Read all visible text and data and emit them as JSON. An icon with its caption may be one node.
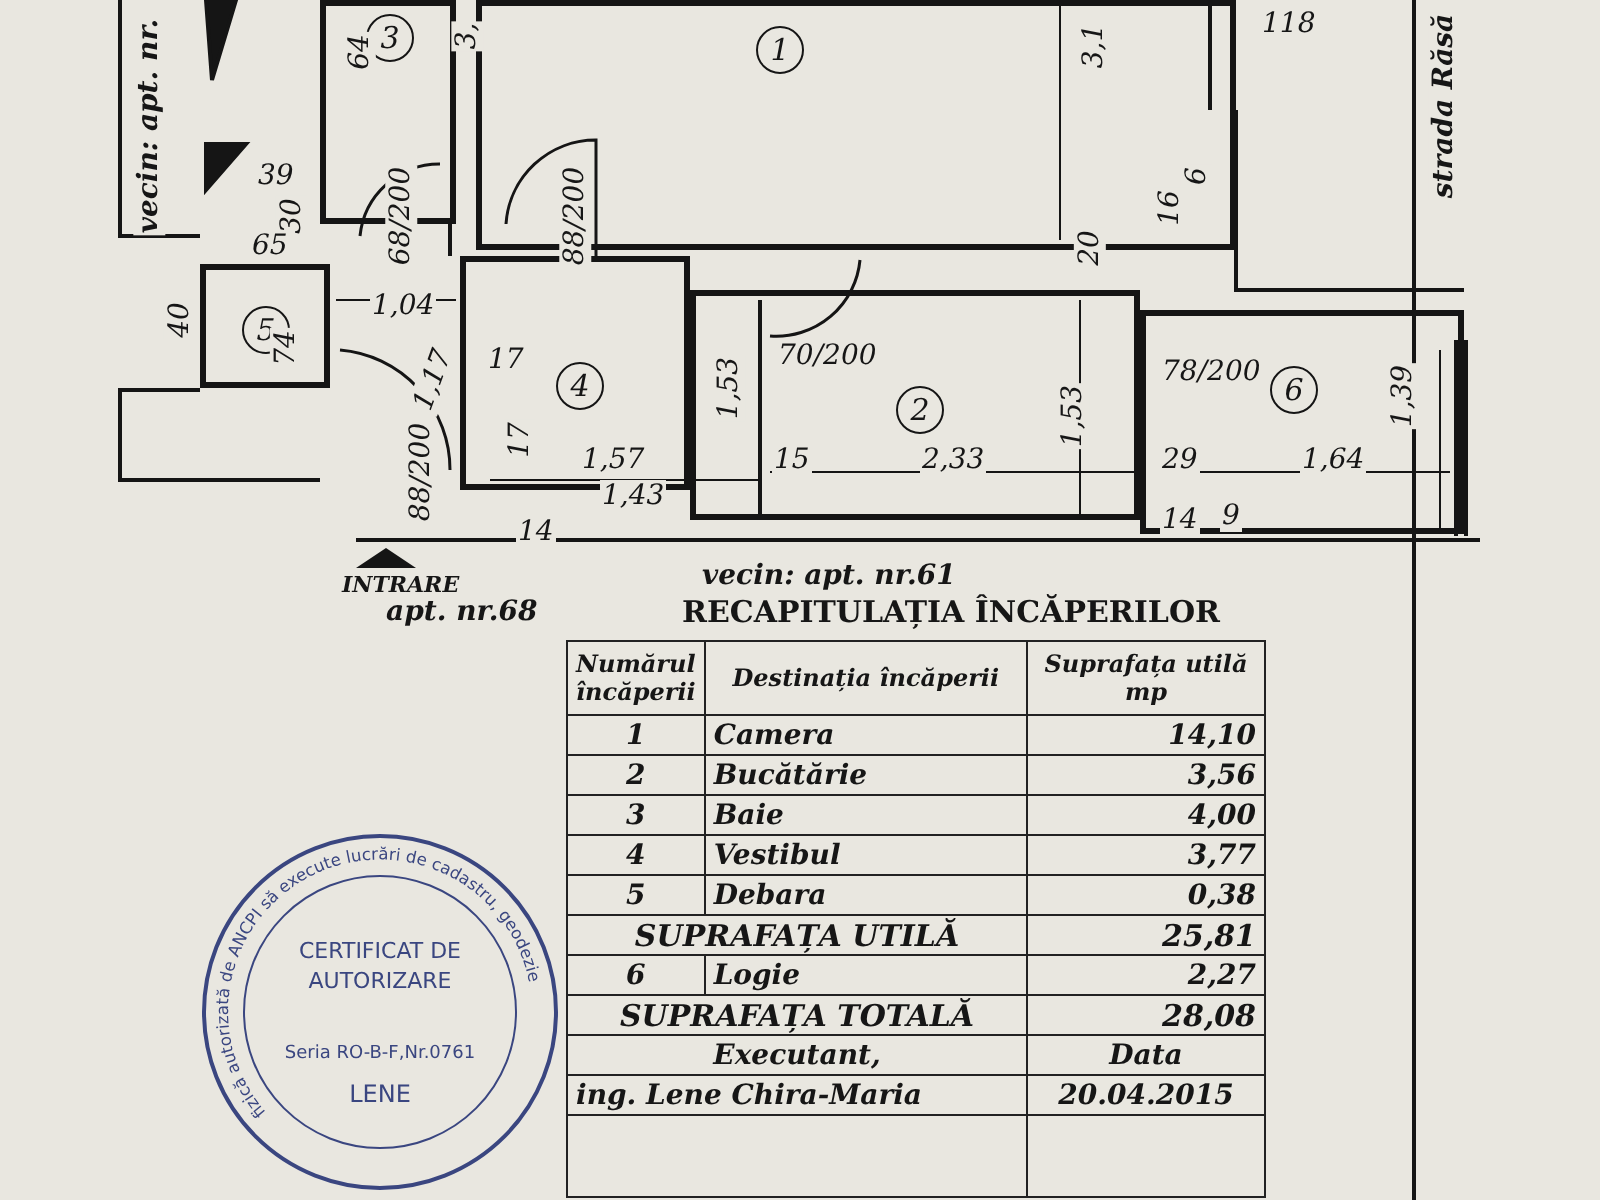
{
  "diagram": {
    "nodes": [
      {
        "text": [
          "1"
        ]
      },
      {
        "text": [
          "2"
        ]
      },
      {
        "text": [
          "3"
        ]
      },
      {
        "text": [
          "4"
        ]
      },
      {
        "text": [
          "5"
        ]
      },
      {
        "text": [
          "6"
        ]
      },
      {
        "text": [
          "fizică autorizată de ANCPI să execute lucrări de cadastru, geodezie",
          "CERTIFICAT DE AUTORIZARE",
          "Seria RO-B-F,Nr.0761",
          "LENE"
        ]
      }
    ],
    "edges": [],
    "labels": [
      "vecin: apt. nr.",
      "64",
      "3,",
      "3,1",
      "118",
      "strada Răsă",
      "39",
      "30",
      "68/200",
      "88/200",
      "65",
      "40",
      "74",
      "1,04",
      "20",
      "16",
      "6",
      "1,17",
      "17",
      "70/200",
      "1,53",
      "78/200",
      "1,53",
      "1,39",
      "1,57",
      "15",
      "2,33",
      "29",
      "1,64",
      "17",
      "1,43",
      "14",
      "14",
      "9",
      "88/200",
      "INTRARE",
      "apt. nr.68",
      "vecin: apt. nr.61",
      "RECAPITULAȚIA ÎNCĂPERILOR",
      "Numărul încăperii",
      "Destinația încăperii",
      "Suprafața utilă mp",
      "1",
      "Camera",
      "14,10",
      "2",
      "Bucătărie",
      "3,56",
      "3",
      "Baie",
      "4,00",
      "4",
      "Vestibul",
      "3,77",
      "5",
      "Debara",
      "0,38",
      "SUPRAFAȚA UTILĂ",
      "25,81",
      "6",
      "Logie",
      "2,27",
      "SUPRAFAȚA TOTALĂ",
      "28,08",
      "Executant,",
      "Data",
      "ing. Lene Chira-Maria",
      "20.04.2015"
    ]
  }
}
